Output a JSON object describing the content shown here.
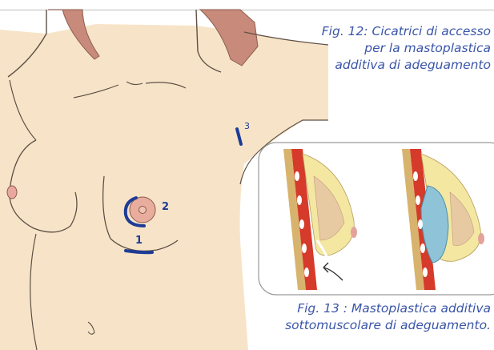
{
  "figure12": {
    "caption_lines": [
      "Fig. 12: Cicatrici di accesso",
      "per la mastoplastica",
      "additiva di adeguamento"
    ],
    "incision_labels": [
      "1",
      "2",
      "3"
    ]
  },
  "figure13": {
    "caption_lines": [
      "Fig. 13 : Mastoplastica additiva",
      "sottomuscolare di adeguamento."
    ]
  },
  "colors": {
    "skin": "#f7e4c8",
    "skin_outline": "#5e5046",
    "hair": "#c88a7a",
    "incision": "#1e3c96",
    "caption": "#3a55a8",
    "muscle": "#d53a2a",
    "gland": "#f3e7a2",
    "implant": "#8fc4d8"
  }
}
